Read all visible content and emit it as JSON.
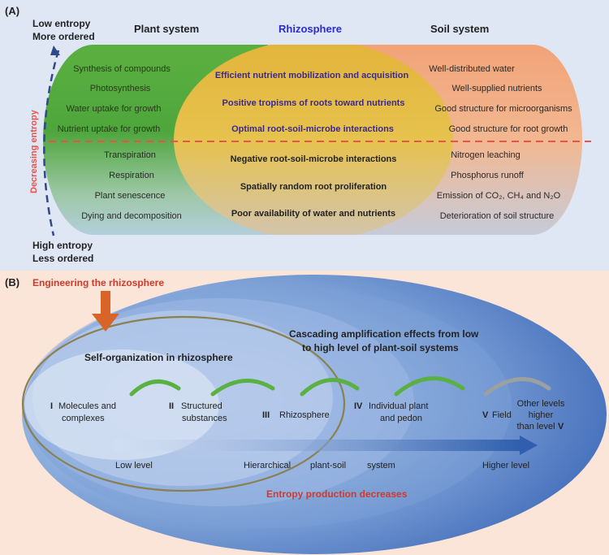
{
  "panel_a": {
    "label": "(A)",
    "low_entropy": "Low entropy",
    "more_ordered": "More ordered",
    "high_entropy": "High entropy",
    "less_ordered": "Less ordered",
    "decreasing_entropy": "Decreasing entropy",
    "headers": {
      "plant": "Plant system",
      "rhizosphere": "Rhizosphere",
      "soil": "Soil system"
    },
    "plant_top": [
      "Synthesis of compounds",
      "Photosynthesis",
      "Water uptake for growth",
      "Nutrient uptake for growth"
    ],
    "plant_bottom": [
      "Transpiration",
      "Respiration",
      "Plant senescence",
      "Dying and decomposition"
    ],
    "rhizo_top": [
      "Efficient nutrient mobilization and acquisition",
      "Positive tropisms of roots toward nutrients",
      "Optimal root-soil-microbe interactions"
    ],
    "rhizo_bottom": [
      "Negative root-soil-microbe interactions",
      "Spatially random root proliferation",
      "Poor availability of water and nutrients"
    ],
    "soil_top": [
      "Well-distributed water",
      "Well-supplied nutrients",
      "Good structure for microorganisms",
      "Good structure for root growth"
    ],
    "soil_bottom": [
      "Nitrogen leaching",
      "Phosphorus runoff",
      "Emission of CO₂, CH₄ and N₂O",
      "Deterioration of soil structure"
    ],
    "colors": {
      "plant": "#4aa33a",
      "rhizosphere": "#e0b53a",
      "soil": "#f0a070",
      "header_rhizo": "#2b2bd6",
      "dashed": "#e8534a",
      "background": "#dfe6f4"
    }
  },
  "panel_b": {
    "label": "(B)",
    "engineering": "Engineering the rhizosphere",
    "self_org": "Self-organization in rhizosphere",
    "cascading_line1": "Cascading amplification effects from low",
    "cascading_line2": "to high level of plant-soil systems",
    "levels": [
      {
        "num": "I",
        "line1": "Molecules and",
        "line2": "complexes"
      },
      {
        "num": "II",
        "line1": "Structured",
        "line2": "substances"
      },
      {
        "num": "III",
        "line1": "Rhizosphere",
        "line2": ""
      },
      {
        "num": "IV",
        "line1": "Individual plant",
        "line2": "and pedon"
      },
      {
        "num": "V",
        "line1": "Field",
        "line2": ""
      }
    ],
    "other_levels": [
      "Other levels",
      "higher",
      "than level"
    ],
    "other_levels_num": "V",
    "axis_low": "Low level",
    "axis_hier1": "Hierarchical",
    "axis_hier2": "plant-soil",
    "axis_hier3": "system",
    "axis_high": "Higher level",
    "entropy_decreases": "Entropy production decreases",
    "colors": {
      "background": "#fbe4d8",
      "ellipse": "#4a78c4",
      "arrow": "#d9642a",
      "red_text": "#d03a2a",
      "green_arc": "#5ab040"
    }
  }
}
